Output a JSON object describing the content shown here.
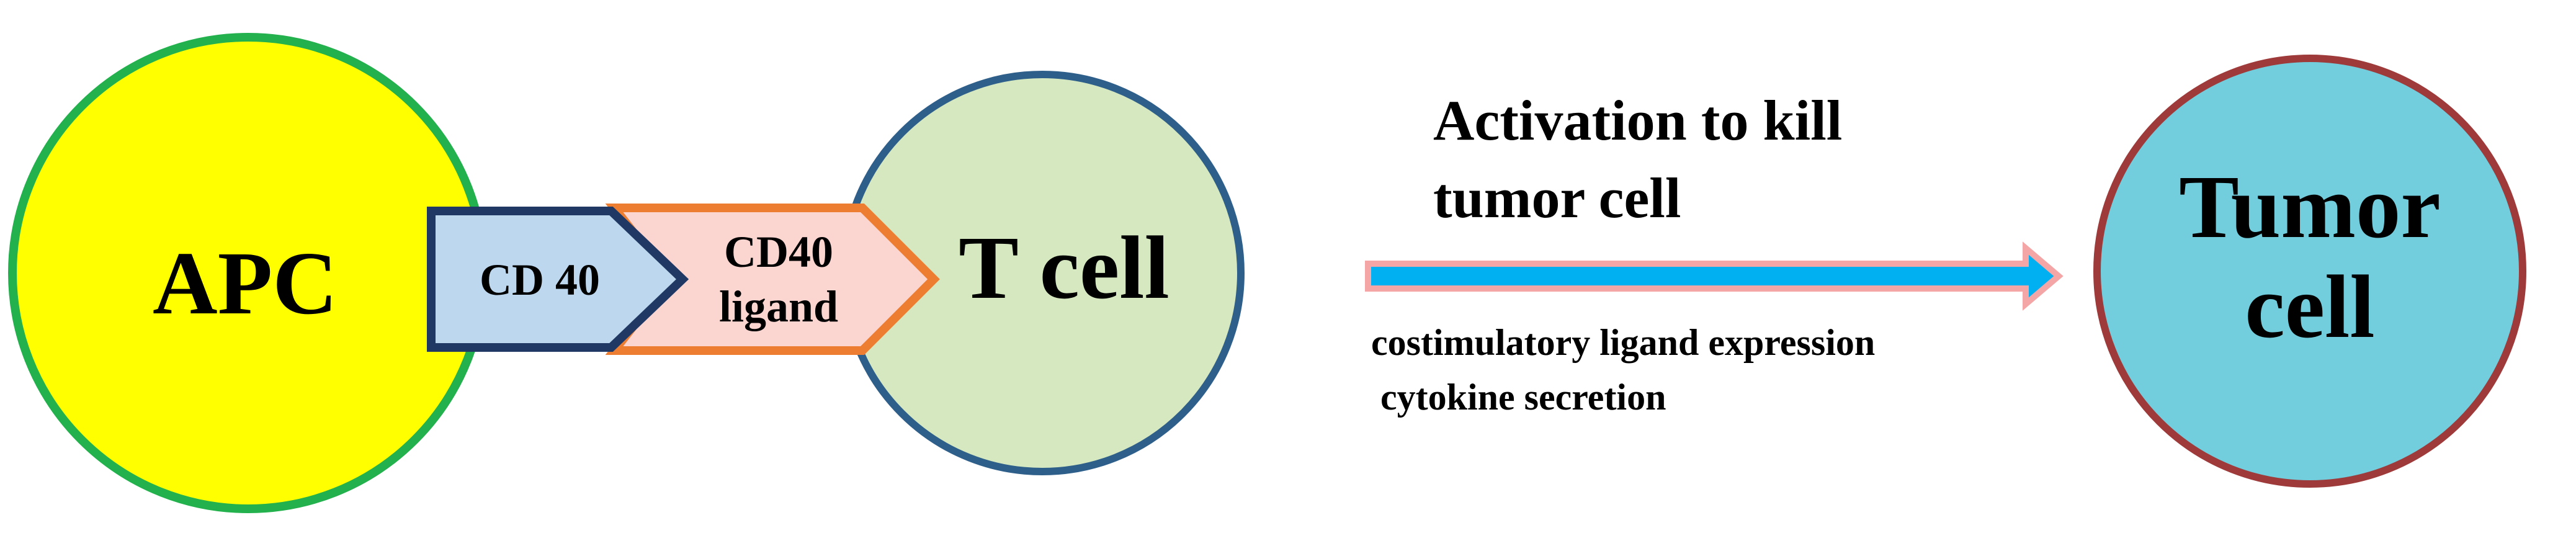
{
  "nodes": {
    "apc": {
      "label": "APC",
      "fill": "#ffff00",
      "stroke": "#22b14c"
    },
    "cd40": {
      "label": "CD 40",
      "fill": "#bdd7ee",
      "stroke": "#1f3864"
    },
    "cd40_ligand": {
      "line1": "CD40",
      "line2": "ligand",
      "fill": "#fbd5d0",
      "stroke": "#ed7d31"
    },
    "t_cell": {
      "label": "T cell",
      "fill": "#d5e8c0",
      "stroke": "#2e5f8a"
    },
    "tumor_cell": {
      "line1": "Tumor",
      "line2": "cell",
      "fill": "#72cddc",
      "stroke": "#9e3a3a"
    }
  },
  "arrow": {
    "title_line1": "Activation to kill",
    "title_line2": "tumor cell",
    "caption_line1": "costimulatory ligand expression",
    "caption_line2": "cytokine secretion",
    "fill": "#00b0f0",
    "stroke": "#f4a6a6"
  }
}
